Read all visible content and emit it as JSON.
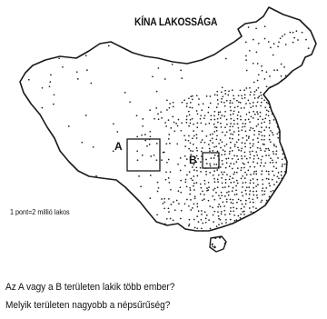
{
  "map": {
    "title": "KÍNA LAKOSSÁGA",
    "legend": "1 pont=2 millió lakos",
    "label_a": "A",
    "label_b": "B",
    "outline_color": "#1a1a1a",
    "dot_color": "#1a1a1a"
  },
  "questions": [
    "Az A vagy a B területen lakik több ember?",
    "Melyik területen nagyobb a népsűrűség?"
  ]
}
